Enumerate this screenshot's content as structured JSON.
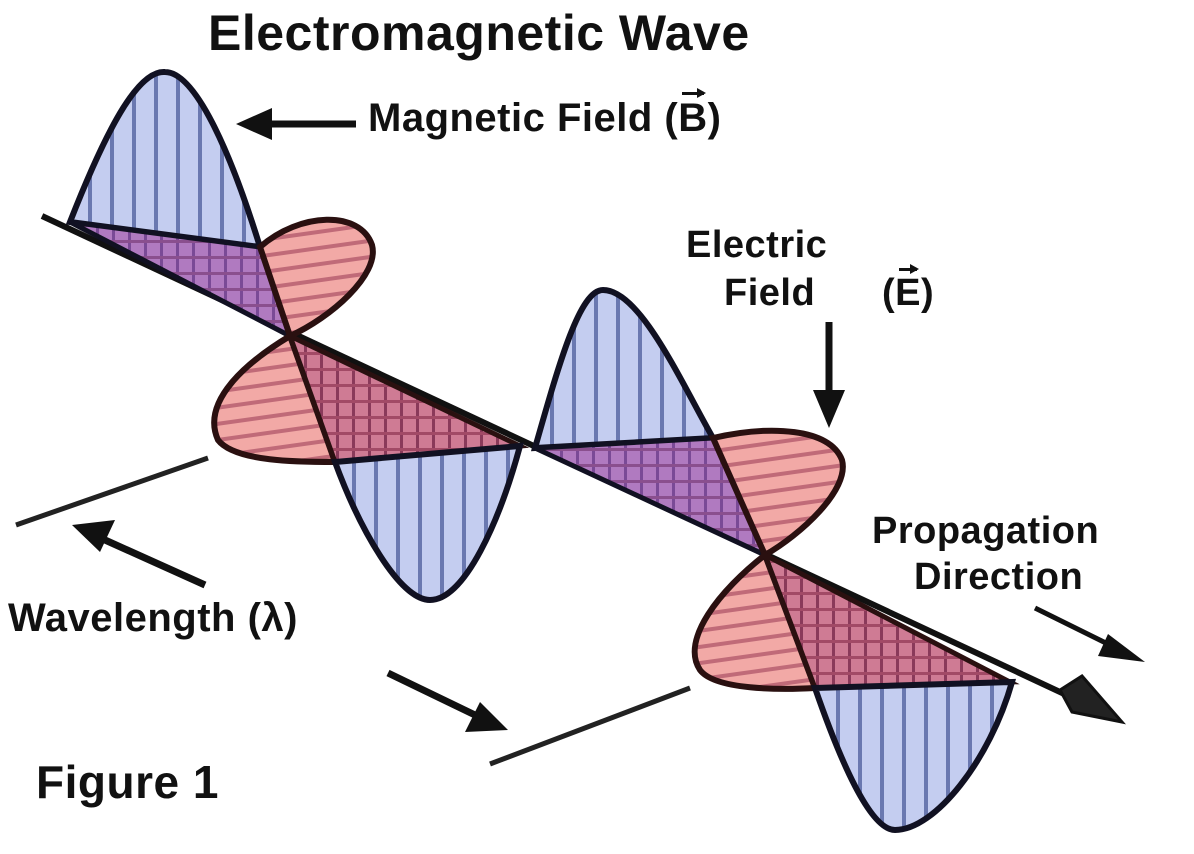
{
  "figure": {
    "title": "Electromagnetic Wave",
    "caption": "Figure 1"
  },
  "labels": {
    "magnetic_field": "Magnetic Field (",
    "magnetic_symbol": "B",
    "magnetic_close": ")",
    "electric_line1": "Electric",
    "electric_line2": "Field",
    "electric_symbol_open": "(",
    "electric_symbol": "E",
    "electric_symbol_close": ")",
    "propagation_line1": "Propagation",
    "propagation_line2": "Direction",
    "wavelength": "Wavelength (λ)"
  },
  "colors": {
    "magnetic_fill": "#c4cdf0",
    "magnetic_stripe": "#6a78b0",
    "electric_fill": "#f2a9a6",
    "electric_stripe": "#c06a78",
    "overlap_fill": "#a87bc4",
    "outline": "#111122",
    "background": "#ffffff"
  },
  "components": [
    {
      "name": "Magnetic Field",
      "symbol": "B",
      "orientation": "vertical",
      "pattern": "vertical stripes",
      "color": "blue"
    },
    {
      "name": "Electric Field",
      "symbol": "E",
      "orientation": "horizontal (perpendicular to B)",
      "pattern": "horizontal stripes",
      "color": "pink/red"
    }
  ]
}
